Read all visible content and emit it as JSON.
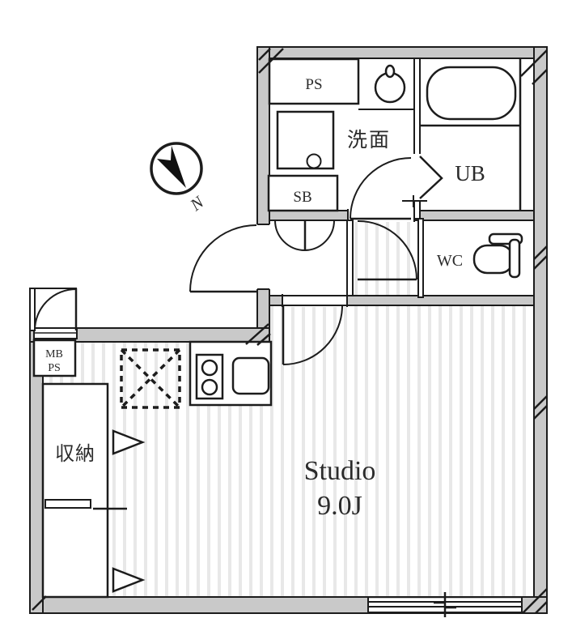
{
  "floorplan": {
    "labels": {
      "pipe_space": "PS",
      "washroom": "洗面",
      "unit_bath": "UB",
      "shoe_box": "SB",
      "toilet_room": "WC",
      "meter_box_line1": "MB",
      "meter_box_line2": "PS",
      "storage": "収納",
      "room_name": "Studio",
      "room_size": "9.0J",
      "compass_north": "N"
    },
    "colors": {
      "wall_fill": "#c9c9c9",
      "line": "#1c1c1c",
      "floor_stripe": "#e8e8e8",
      "paper": "#ffffff"
    }
  }
}
